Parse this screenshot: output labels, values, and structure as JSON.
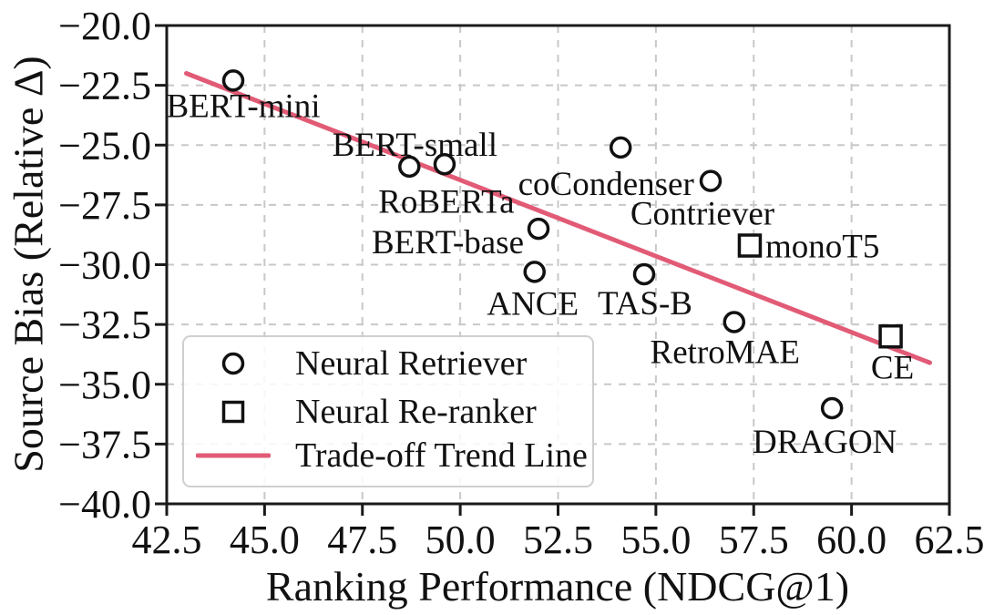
{
  "chart_data": {
    "type": "scatter",
    "title": "",
    "xlabel": "Ranking Performance (NDCG@1)",
    "ylabel": "Source Bias (Relative Δ)",
    "xlim": [
      42.5,
      62.5
    ],
    "ylim": [
      -40.0,
      -20.0
    ],
    "xticks": [
      42.5,
      45.0,
      47.5,
      50.0,
      52.5,
      55.0,
      57.5,
      60.0,
      62.5
    ],
    "yticks": [
      -20.0,
      -22.5,
      -25.0,
      -27.5,
      -30.0,
      -32.5,
      -35.0,
      -37.5,
      -40.0
    ],
    "grid": true,
    "legend_position": "lower left",
    "series": [
      {
        "name": "Neural Retriever",
        "marker": "circle",
        "points": [
          {
            "label": "BERT-mini",
            "x": 44.2,
            "y": -22.3,
            "label_anchor": "middle",
            "label_dx": 11,
            "label_dy": 40
          },
          {
            "label": "BERT-small",
            "x": 48.7,
            "y": -25.9,
            "label_anchor": "middle",
            "label_dx": 6,
            "label_dy": -12
          },
          {
            "label": "RoBERTa",
            "x": 49.6,
            "y": -25.8,
            "label_anchor": "middle",
            "label_dx": 2,
            "label_dy": 53
          },
          {
            "label": "BERT-base",
            "x": 52.0,
            "y": -28.5,
            "label_anchor": "end",
            "label_dx": -16,
            "label_dy": 27
          },
          {
            "label": "ANCE",
            "x": 51.9,
            "y": -30.3,
            "label_anchor": "middle",
            "label_dx": -2,
            "label_dy": 47
          },
          {
            "label": "coCondenser",
            "x": 54.1,
            "y": -25.1,
            "label_anchor": "middle",
            "label_dx": -16,
            "label_dy": 52
          },
          {
            "label": "TAS-B",
            "x": 54.7,
            "y": -30.4,
            "label_anchor": "middle",
            "label_dx": 1,
            "label_dy": 44
          },
          {
            "label": "Contriever",
            "x": 56.4,
            "y": -26.5,
            "label_anchor": "middle",
            "label_dx": -9,
            "label_dy": 48
          },
          {
            "label": "RetroMAE",
            "x": 57.0,
            "y": -32.4,
            "label_anchor": "middle",
            "label_dx": -10,
            "label_dy": 45
          },
          {
            "label": "DRAGON",
            "x": 59.5,
            "y": -36.0,
            "label_anchor": "middle",
            "label_dx": -8,
            "label_dy": 49
          }
        ]
      },
      {
        "name": "Neural Re-ranker",
        "marker": "square",
        "points": [
          {
            "label": "monoT5",
            "x": 57.4,
            "y": -29.2,
            "label_anchor": "start",
            "label_dx": 17,
            "label_dy": 13
          },
          {
            "label": "CE",
            "x": 61.0,
            "y": -33.0,
            "label_anchor": "middle",
            "label_dx": 2,
            "label_dy": 46
          }
        ]
      }
    ],
    "trend_line": {
      "label": "Trade-off Trend Line",
      "x1": 43.0,
      "y1": -22.0,
      "x2": 62.0,
      "y2": -34.1
    },
    "legend": {
      "entries": [
        {
          "marker": "circle",
          "label": "Neural Retriever"
        },
        {
          "marker": "square",
          "label": "Neural Re-ranker"
        },
        {
          "marker": "line",
          "label": "Trade-off Trend Line"
        }
      ]
    },
    "colors": {
      "trend": "#e25b76",
      "marker_stroke": "#111111",
      "marker_fill": "#ffffff",
      "grid": "#c8c8c8",
      "spine": "#1a1a1a",
      "text": "#111111",
      "legend_border": "#cfcfcf"
    }
  }
}
